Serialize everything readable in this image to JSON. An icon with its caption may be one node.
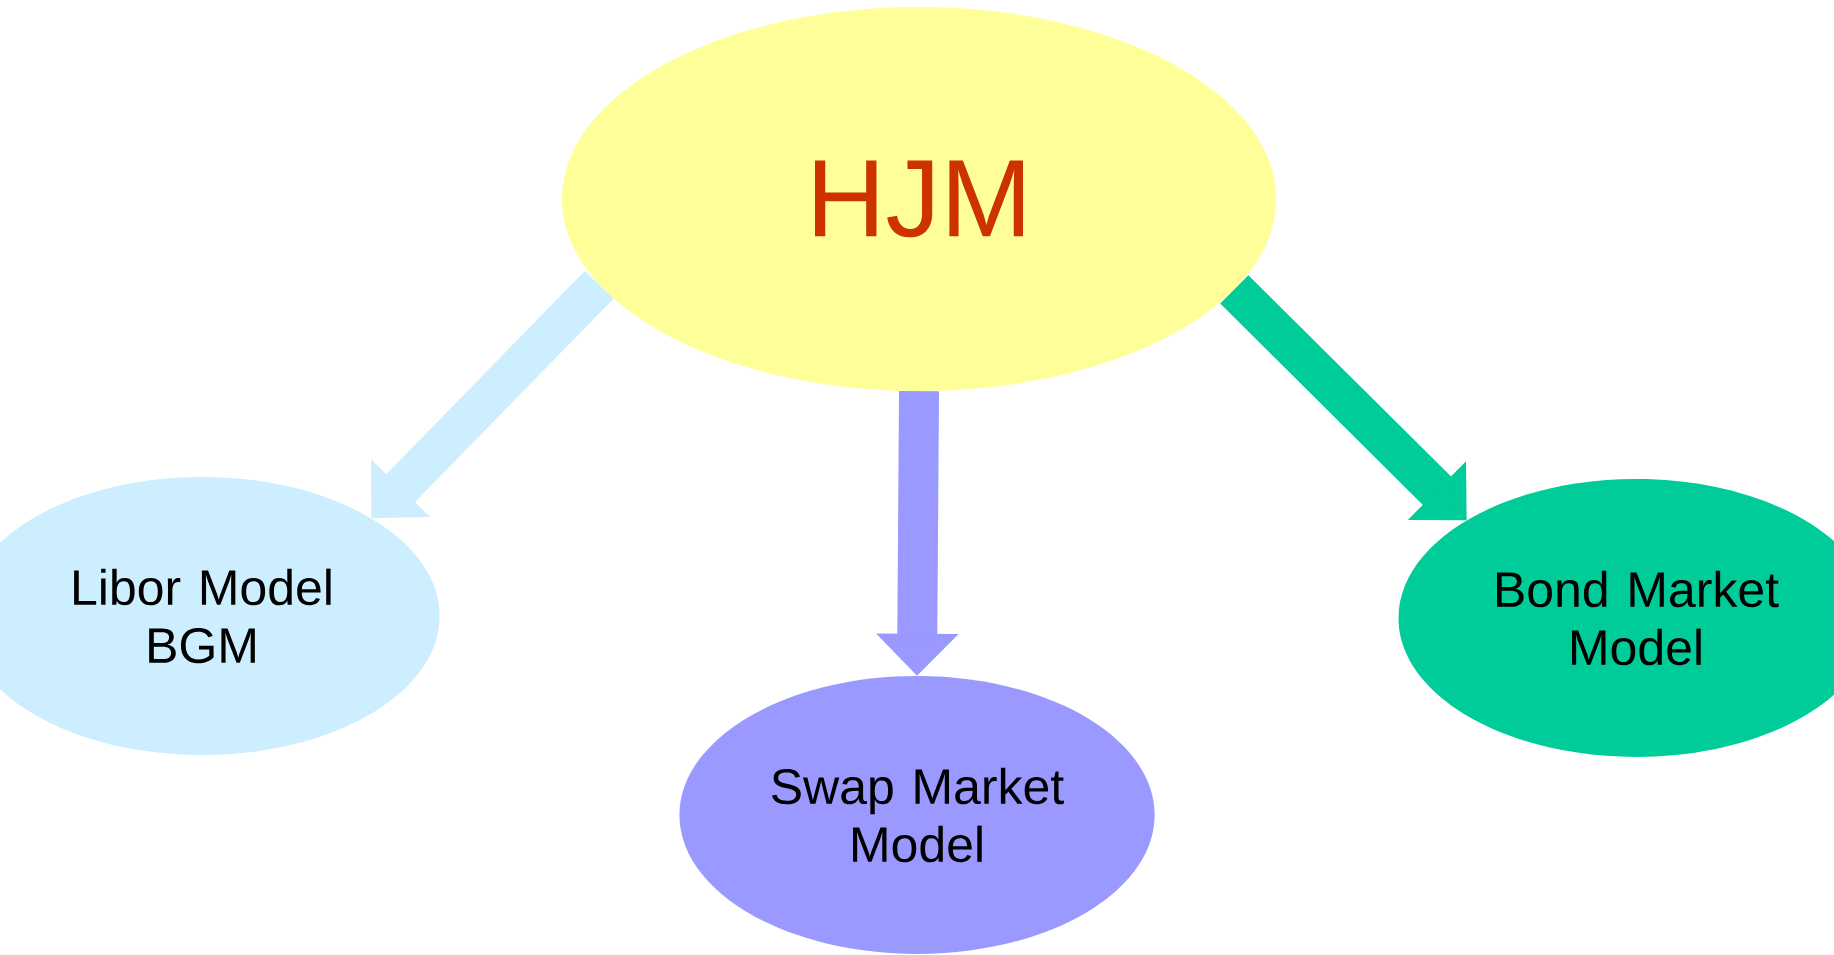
{
  "diagram": {
    "nodes": [
      {
        "text": [
          "HJM"
        ]
      },
      {
        "text": [
          "Libor Model",
          "BGM"
        ]
      },
      {
        "text": [
          "Swap Market Model"
        ]
      },
      {
        "text": [
          "Bond Market Model"
        ]
      }
    ],
    "edges": [
      {
        "from": 0,
        "to": 1,
        "arrow": "to",
        "color": "#cceeff"
      },
      {
        "from": 0,
        "to": 2,
        "arrow": "to",
        "color": "#9999ff"
      },
      {
        "from": 0,
        "to": 3,
        "arrow": "to",
        "color": "#00cc99"
      }
    ]
  }
}
